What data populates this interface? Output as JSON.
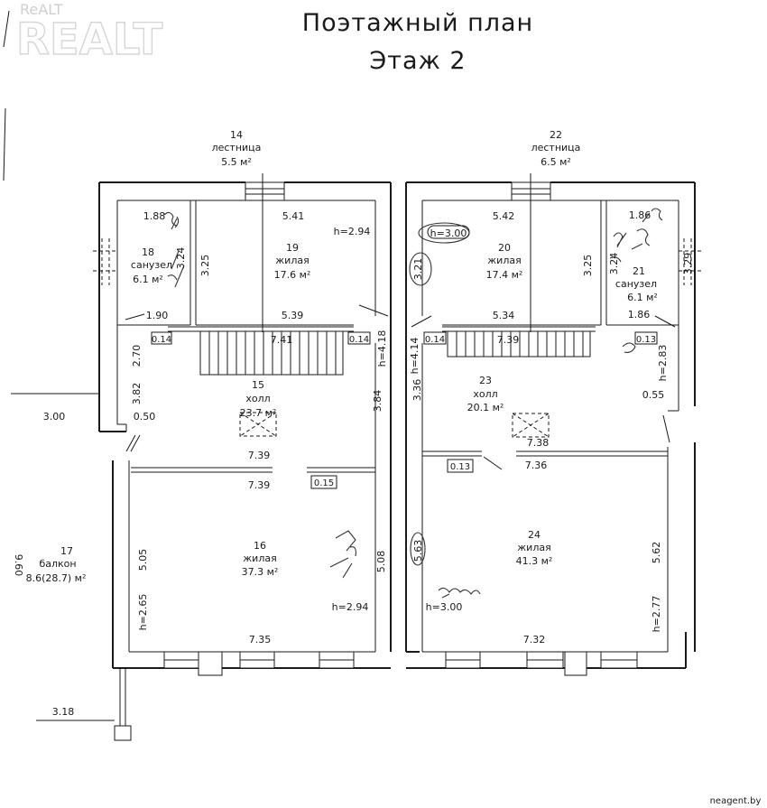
{
  "header": {
    "title": "Поэтажный план",
    "subtitle": "Этаж 2"
  },
  "watermark": {
    "text": "REALT",
    "small": "ReALT"
  },
  "footer": {
    "site": "neagent.by"
  },
  "rooms": {
    "r14": {
      "num": "14",
      "name": "лестница",
      "area": "5.5 м²"
    },
    "r22": {
      "num": "22",
      "name": "лестница",
      "area": "6.5 м²"
    },
    "r18": {
      "num": "18",
      "name": "санузел",
      "area": "6.1 м²"
    },
    "r19": {
      "num": "19",
      "name": "жилая",
      "area": "17.6 м²"
    },
    "r20": {
      "num": "20",
      "name": "жилая",
      "area": "17.4 м²"
    },
    "r21": {
      "num": "21",
      "name": "санузел",
      "area": "6.1 м²"
    },
    "r15": {
      "num": "15",
      "name": "холл",
      "area": "23.7 м²"
    },
    "r23": {
      "num": "23",
      "name": "холл",
      "area": "20.1 м²"
    },
    "r16": {
      "num": "16",
      "name": "жилая",
      "area": "37.3 м²"
    },
    "r24": {
      "num": "24",
      "name": "жилая",
      "area": "41.3 м²"
    },
    "r17": {
      "num": "17",
      "name": "балкон",
      "area": "8.6(28.7) м²"
    }
  },
  "dims": {
    "d_541": "5.41",
    "d_294a": "h=2.94",
    "d_188": "1.88",
    "d_324a": "3.24",
    "d_325a": "3.25",
    "d_190": "1.90",
    "d_539": "5.39",
    "d_014a": "0.14",
    "d_741": "7.41",
    "d_014b": "0.14",
    "d_270": "2.70",
    "d_418": "h=4.18",
    "d_382": "3.82",
    "d_384": "3.84",
    "d_050": "0.50",
    "d_300a": "3.00",
    "d_739a": "7.39",
    "d_739b": "7.39",
    "d_015": "0.15",
    "d_505": "5.05",
    "d_508": "5.08",
    "d_265": "h=2.65",
    "d_294b": "h=2.94",
    "d_735": "7.35",
    "d_960": "9.60",
    "d_318": "3.18",
    "d_542": "5.42",
    "d_300h": "h=3.00",
    "d_321": "3.21",
    "d_325b": "3.25",
    "d_186a": "1.86",
    "d_324b": "3.24",
    "d_329": "3.29",
    "d_534": "5.34",
    "d_186b": "1.86",
    "d_414": "h=4.14",
    "d_014c": "0.14",
    "d_739c": "7.39",
    "d_013a": "0.13",
    "d_283": "h=2.83",
    "d_336": "3.36",
    "d_055": "0.55",
    "d_738": "7.38",
    "d_013b": "0.13",
    "d_736": "7.36",
    "d_563": "5.63",
    "d_562": "5.62",
    "d_300c": "h=3.00",
    "d_277": "h=2.77",
    "d_732": "7.32"
  }
}
